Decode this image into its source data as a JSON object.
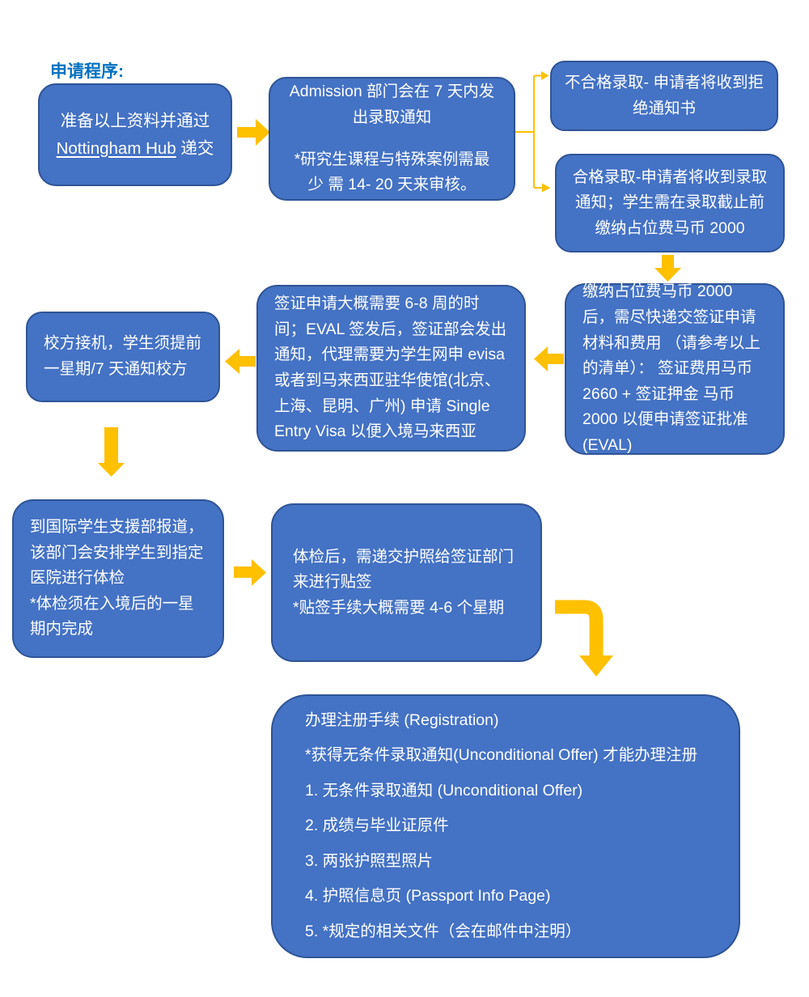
{
  "title": "申请程序:",
  "colors": {
    "box_fill": "#4472C4",
    "box_border": "#2F5496",
    "arrow": "#FFC000",
    "title_color": "#0070C0",
    "text": "#ffffff"
  },
  "boxes": {
    "prepare": {
      "line1": "准备以上资料并通过",
      "link": "Nottingham Hub",
      "suffix": "递交"
    },
    "admission": {
      "para1": "Admission 部门会在 7 天内发出录取通知",
      "para2": "*研究生课程与特殊案例需最少 需 14- 20 天来审核。"
    },
    "rejected": {
      "text": "不合格录取- 申请者将收到拒绝通知书"
    },
    "accepted": {
      "text": "合格录取-申请者将收到录取通知；学生需在录取截止前缴纳占位费马币 2000"
    },
    "visa_fee": {
      "text": "缴纳占位费马币 2000 后，需尽快递交签证申请材料和费用 （请参考以上的清单）： 签证费用马币 2660 + 签证押金 马币 2000 以便申请签证批准 (EVAL)"
    },
    "visa_process": {
      "text": "签证申请大概需要 6-8 周的时间；EVAL 签发后，签证部会发出通知，代理需要为学生网申 evisa 或者到马来西亚驻华使馆(北京、上海、昆明、广州) 申请 Single Entry Visa 以便入境马来西亚"
    },
    "pickup": {
      "text": "校方接机，学生须提前一星期/7 天通知校方"
    },
    "report": {
      "text": "到国际学生支援部报道，该部门会安排学生到指定医院进行体检\n*体检须在入境后的一星期内完成"
    },
    "sticker": {
      "text": "体检后，需递交护照给签证部门来进行贴签\n*贴签手续大概需要 4-6 个星期"
    },
    "registration": {
      "items": [
        "办理注册手续 (Registration)",
        "*获得无条件录取通知(Unconditional Offer) 才能办理注册",
        "1. 无条件录取通知 (Unconditional Offer)",
        "2. 成绩与毕业证原件",
        "3. 两张护照型照片",
        "4. 护照信息页 (Passport Info Page)",
        "5. *规定的相关文件（会在邮件中注明）"
      ]
    }
  }
}
